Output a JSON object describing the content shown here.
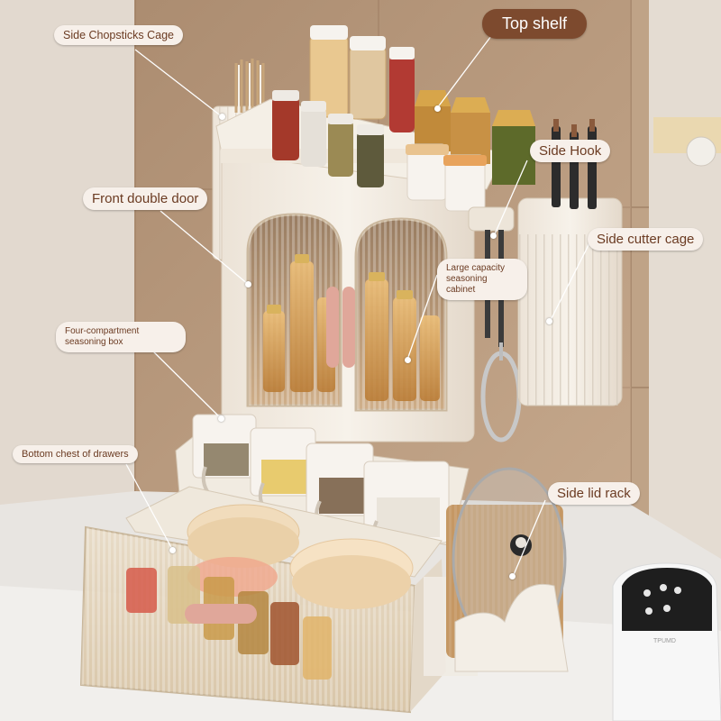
{
  "callouts": {
    "top_shelf": "Top shelf",
    "side_chopsticks_cage": "Side Chopsticks Cage",
    "side_hook": "Side Hook",
    "front_double_door": "Front double door",
    "large_capacity_line1": "Large capacity",
    "large_capacity_line2": "seasoning cabinet",
    "side_cutter_cage": "Side cutter cage",
    "four_compartment_line1": "Four-compartment",
    "four_compartment_line2": "seasoning box",
    "bottom_chest": "Bottom chest of drawers",
    "side_lid_rack": "Side lid rack"
  },
  "kettle_brand": "TPUMD",
  "colors": {
    "callout_dark": "#7d4a2e",
    "callout_light": "#f7f0ea",
    "callout_text": "#6b3b22",
    "cabinet": "#f3ede4",
    "wall_tile": "#c8aa8e",
    "countertop": "#e9e6e2",
    "accent_handle": "#e0a79a"
  }
}
